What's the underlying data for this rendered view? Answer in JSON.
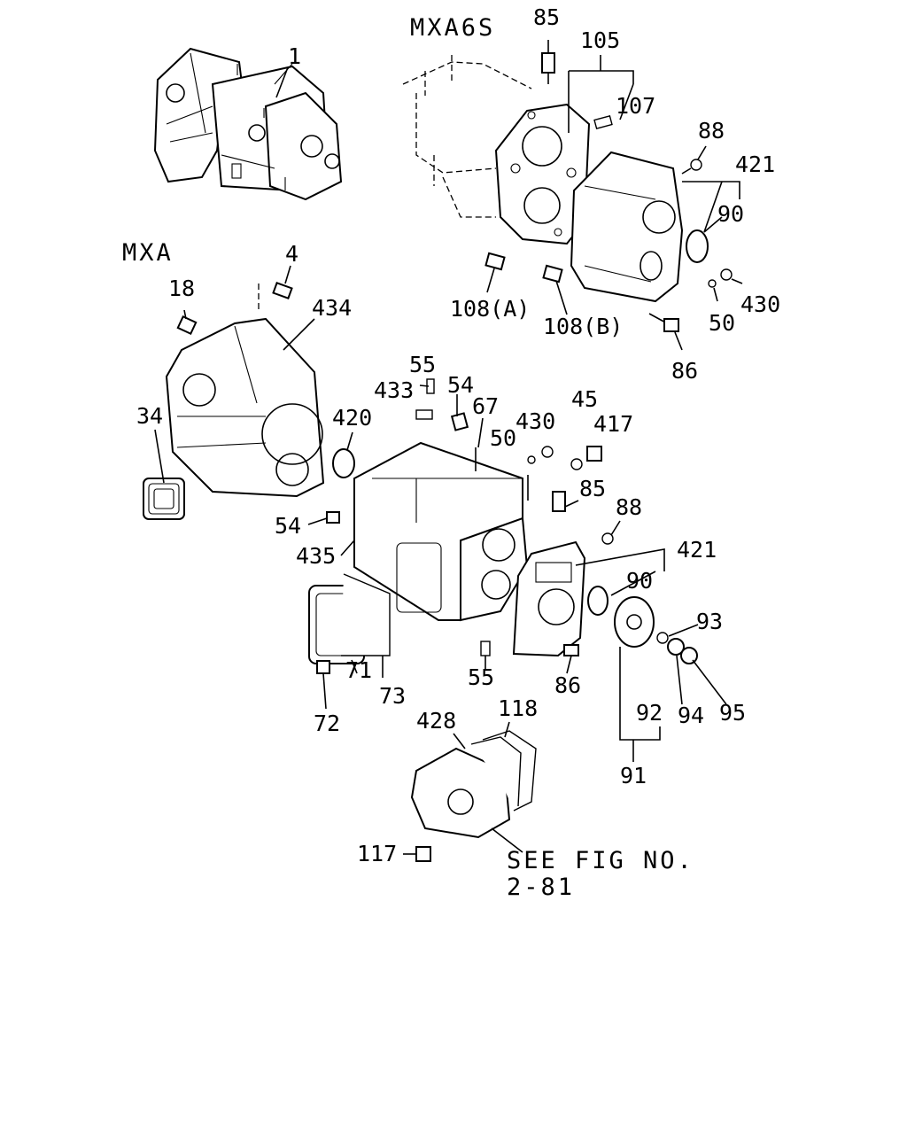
{
  "variant_labels": {
    "mxa6s": "MXA6S",
    "mxa": "MXA"
  },
  "callouts": {
    "c1": "1",
    "c85_top": "85",
    "c105": "105",
    "c107": "107",
    "c88_top": "88",
    "c421_top": "421",
    "c90_top": "90",
    "c430_top": "430",
    "c50_top": "50",
    "c108a": "108(A)",
    "c108b": "108(B)",
    "c86_top": "86",
    "c4": "4",
    "c18": "18",
    "c434": "434",
    "c55_top": "55",
    "c433": "433",
    "c54_top": "54",
    "c67": "67",
    "c430_mid": "430",
    "c45": "45",
    "c417": "417",
    "c50_mid": "50",
    "c34": "34",
    "c420": "420",
    "c85_mid": "85",
    "c88_mid": "88",
    "c54_mid": "54",
    "c435": "435",
    "c421_mid": "421",
    "c90_mid": "90",
    "c93": "93",
    "c55_mid": "55",
    "c86_mid": "86",
    "c72": "72",
    "c71": "71",
    "c73": "73",
    "c92": "92",
    "c94": "94",
    "c95": "95",
    "c91": "91",
    "c428": "428",
    "c118": "118",
    "c117": "117"
  },
  "reference_note": {
    "line1": "SEE FIG NO.",
    "line2": "2-81"
  }
}
